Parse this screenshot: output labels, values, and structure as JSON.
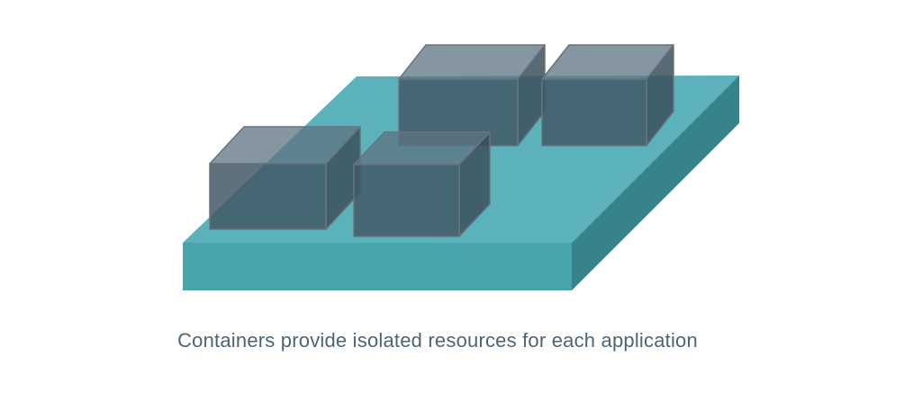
{
  "caption": {
    "text": "Containers provide isolated resources for each application"
  },
  "illustration": {
    "subject": "four-translucent-container-boxes-on-teal-platform",
    "box_count": "4",
    "colors": {
      "background": "#FFFFFF",
      "platform_top": "#5BB2BA",
      "platform_front": "#48A3AB",
      "platform_right": "#37838B",
      "box_top": "rgba(94,115,130,0.75)",
      "box_front": "rgba(66,88,102,0.85)",
      "box_right": "rgba(60,80,92,0.85)",
      "box_outline": "#66757E",
      "caption_text": "#4C6577"
    }
  }
}
